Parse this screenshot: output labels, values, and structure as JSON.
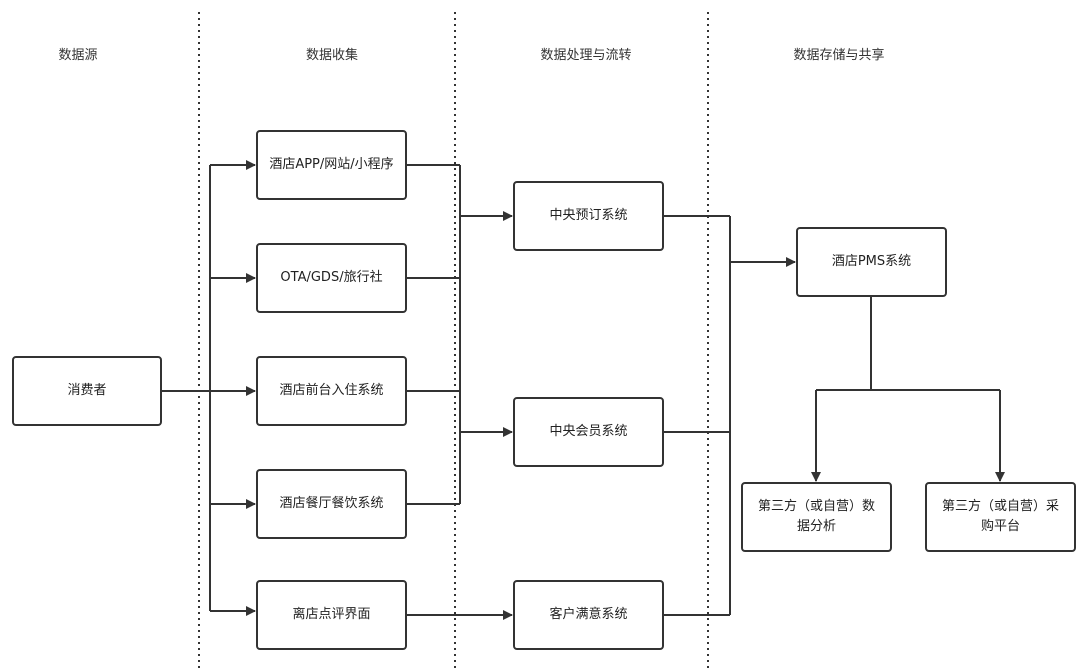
{
  "columns": {
    "source": "数据源",
    "collect": "数据收集",
    "process": "数据处理与流转",
    "store": "数据存储与共享"
  },
  "nodes": {
    "consumer": "消费者",
    "hotel_app": "酒店APP/网站/小程序",
    "ota": "OTA/GDS/旅行社",
    "front_desk": "酒店前台入住系统",
    "restaurant": "酒店餐厅餐饮系统",
    "review": "离店点评界面",
    "crs": "中央预订系统",
    "member": "中央会员系统",
    "satisfaction": "客户满意系统",
    "pms": "酒店PMS系统",
    "third_analysis": "第三方（或自营）数据分析",
    "third_purchase": "第三方（或自营）采购平台"
  }
}
